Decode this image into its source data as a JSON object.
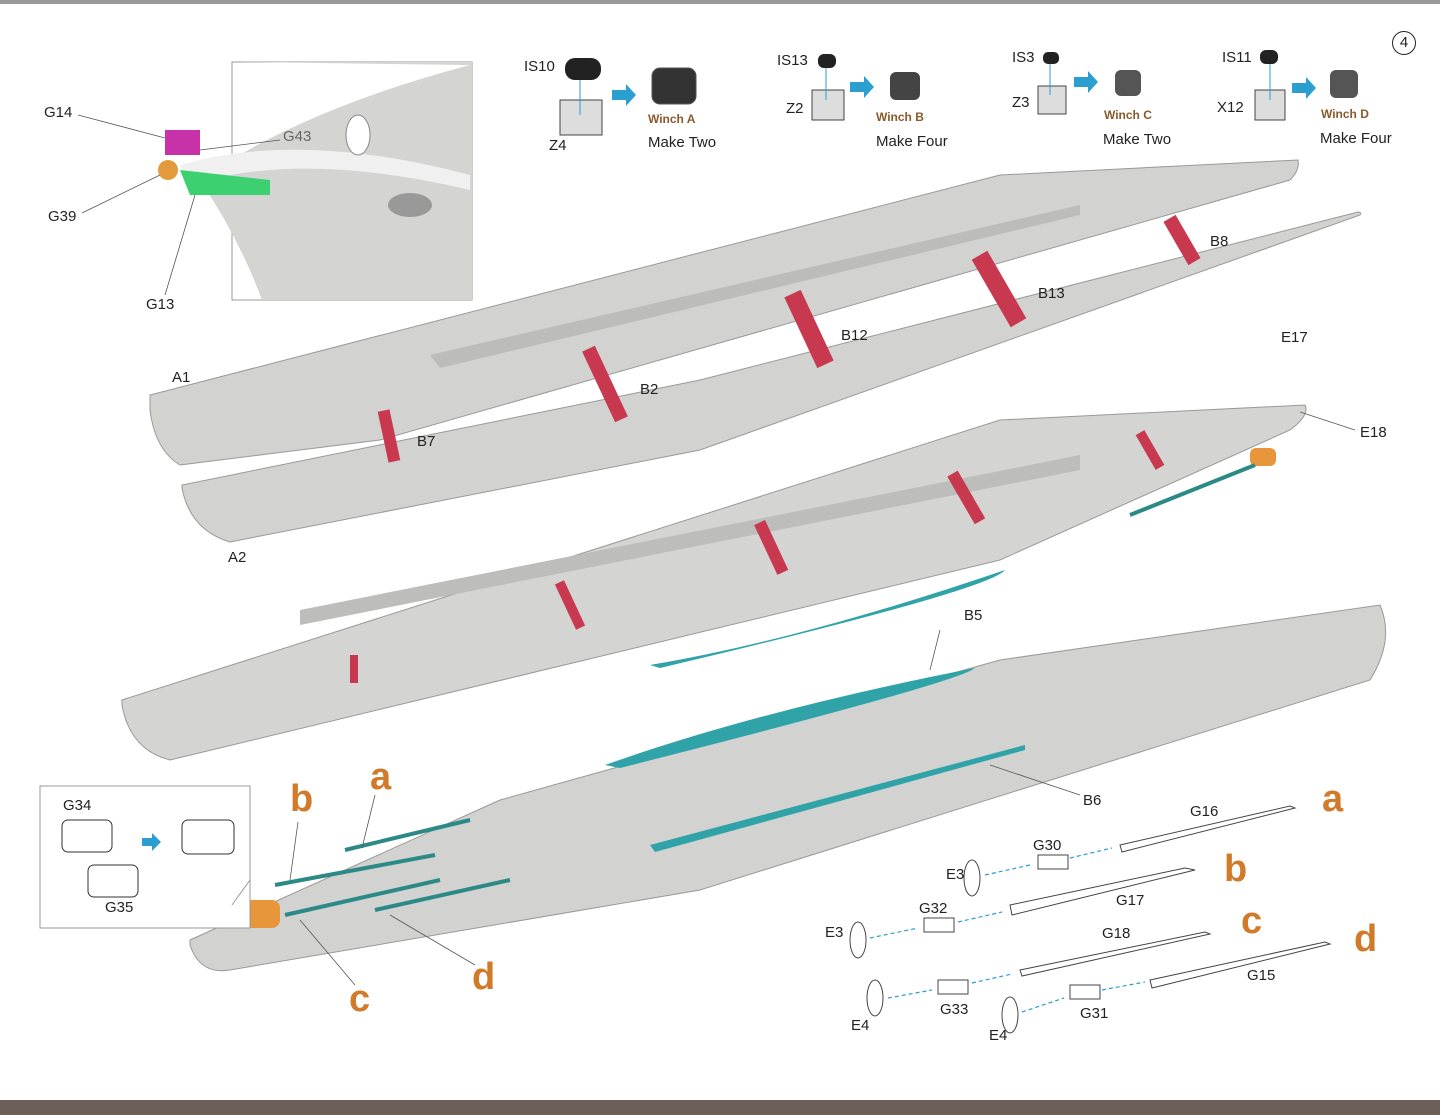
{
  "step_number": "4",
  "bow_inset": {
    "labels": [
      "G14",
      "G43",
      "G39",
      "G13"
    ]
  },
  "winches": [
    {
      "drum": "IS10",
      "base": "Z4",
      "name": "Winch A",
      "qty": "Make Two"
    },
    {
      "drum": "IS13",
      "base": "Z2",
      "name": "Winch B",
      "qty": "Make Four"
    },
    {
      "drum": "IS3",
      "base": "Z3",
      "name": "Winch C",
      "qty": "Make Two"
    },
    {
      "drum": "IS11",
      "base": "X12",
      "name": "Winch D",
      "qty": "Make Four"
    }
  ],
  "hull_labels": {
    "a1": "A1",
    "a2": "A2",
    "b7": "B7",
    "b2": "B2",
    "b12": "B12",
    "b13": "B13",
    "b8": "B8",
    "e17": "E17",
    "e18": "E18",
    "b5": "B5",
    "b6": "B6"
  },
  "rudder_inset": {
    "g34": "G34",
    "g35": "G35"
  },
  "shaft_letters": {
    "a": "a",
    "b": "b",
    "c": "c",
    "d": "d"
  },
  "shaft_parts": {
    "g16": "G16",
    "g30": "G30",
    "e3a": "E3",
    "g17": "G17",
    "g32": "G32",
    "e3b": "E3",
    "g18": "G18",
    "g15": "G15",
    "e4a": "E4",
    "g33": "G33",
    "g31": "G31",
    "e4b": "E4"
  },
  "colors": {
    "hull": "#cfcfcd",
    "frame": "#c8384f",
    "keel": "#2fa3a8",
    "shaft": "#2c8a86",
    "rudder": "#e8963c",
    "arrow": "#2a9fd0",
    "letter": "#d07a2a"
  }
}
